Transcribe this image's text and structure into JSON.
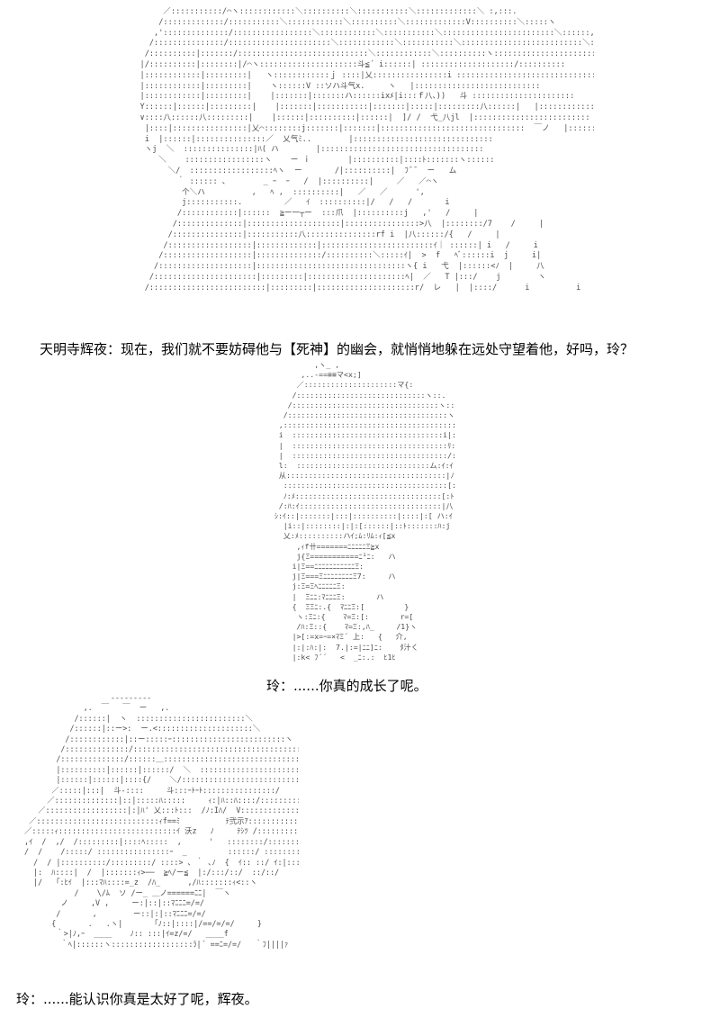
{
  "panels": [
    {
      "art_subject": "kaguya-listening",
      "caption": "天明寺辉夜：现在，我们就不要妨碍他与【死神】的幽会，就悄悄地躲在远处守望着他，好吗，玲？"
    },
    {
      "art_subject": "rei-standing-back-view",
      "caption": "玲：......你真的成长了呢。"
    },
    {
      "art_subject": "rei-smiling",
      "caption": "玲：......能认识你真是太好了呢，辉夜。"
    }
  ]
}
